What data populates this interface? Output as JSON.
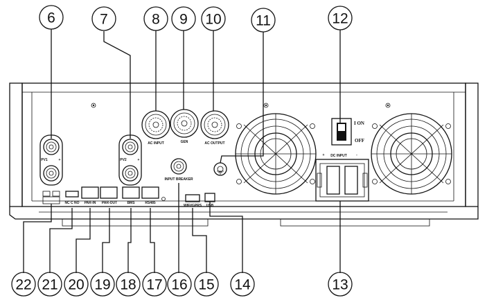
{
  "callouts": {
    "c6": "6",
    "c7": "7",
    "c8": "8",
    "c9": "9",
    "c10": "10",
    "c11": "11",
    "c12": "12",
    "c13": "13",
    "c14": "14",
    "c15": "15",
    "c16": "16",
    "c17": "17",
    "c18": "18",
    "c19": "19",
    "c20": "20",
    "c21": "21",
    "c22": "22"
  },
  "panel_labels": {
    "pv1": "PV1",
    "pv2": "PV2",
    "ac_input": "AC INPUT",
    "gen": "GEN",
    "ac_output": "AC OUTPUT",
    "switch_on": "I  ON",
    "switch_off": "OFF",
    "dc_input": "DC INPUT",
    "plus": "+",
    "minus": "-",
    "input_breaker": "INPUT BREAKER",
    "wifi_gprs": "WIFI/GPRS",
    "usb": "USB",
    "bms": "BMS",
    "rs485": "RS485",
    "par_in": "PAR-IN",
    "par_out": "PAR-OUT",
    "dry_contact": "NC  C  NO"
  }
}
